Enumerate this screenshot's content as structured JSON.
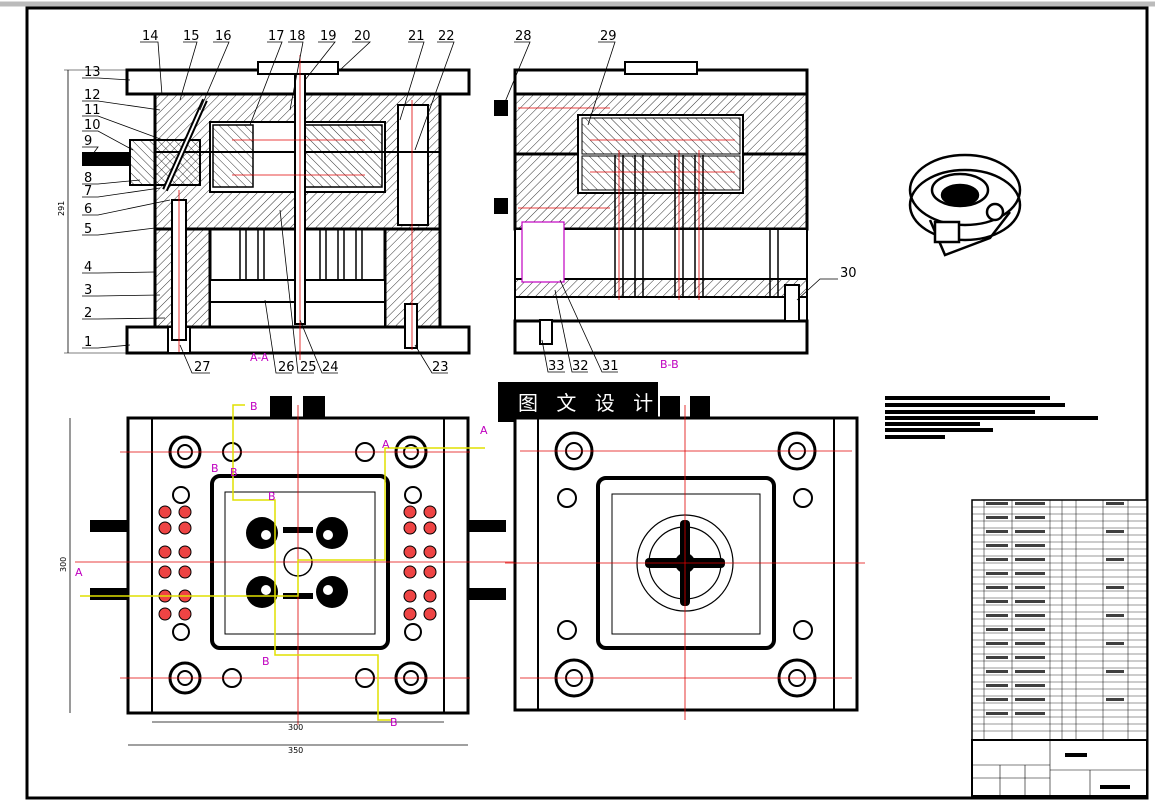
{
  "watermark": "图 文 设 计",
  "section_labels": {
    "aa": "A-A",
    "bb": "B-B"
  },
  "part_numbers_view1": [
    "14",
    "15",
    "16",
    "17",
    "18",
    "19",
    "20",
    "21",
    "22",
    "13",
    "12",
    "11",
    "10",
    "9",
    "8",
    "7",
    "6",
    "5",
    "4",
    "3",
    "2",
    "1",
    "27",
    "26",
    "25",
    "24",
    "23"
  ],
  "part_numbers_view2": [
    "28",
    "29",
    "30",
    "33",
    "32",
    "31"
  ],
  "dimensions": {
    "height_top": "291",
    "height_bottom": "300",
    "width_inner": "300",
    "width_outer": "350"
  },
  "cut_markers": {
    "a": "A",
    "b": "B"
  },
  "colors": {
    "ink": "#000000",
    "centerline": "#e00000",
    "section_line": "#c000c0",
    "cut_path": "#e0e000"
  }
}
